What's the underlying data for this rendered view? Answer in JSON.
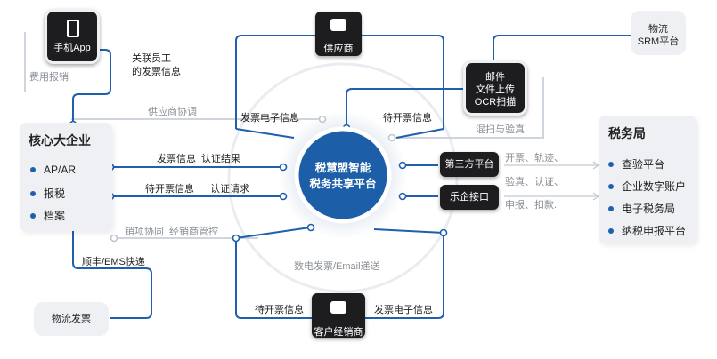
{
  "nodes": {
    "mobile_app": "手机App",
    "supplier": "供应商",
    "logistics_srm": [
      "物流",
      "SRM平台"
    ],
    "ocr": [
      "邮件",
      "文件上传",
      "OCR扫描"
    ],
    "core": {
      "title": "核心大企业",
      "items": [
        "AP/AR",
        "报税",
        "档案"
      ]
    },
    "center": [
      "税慧盟智能",
      "税务共享平台"
    ],
    "third_party": "第三方平台",
    "leqi": "乐企接口",
    "tax_bureau": {
      "title": "税务局",
      "items": [
        "查验平台",
        "企业数字账户",
        "电子税务局",
        "纳税申报平台"
      ]
    },
    "logistics_invoice": "物流发票",
    "customer": "客户经销商"
  },
  "edge_labels": {
    "related_staff": [
      "关联员工",
      "的发票信息"
    ],
    "expense": "费用报销",
    "supplier_collab": "供应商协调",
    "elec_info_top": "发票电子信息",
    "pending_info_top": "待开票信息",
    "scan_verify": "混扫与验真",
    "invoice_info": "发票信息",
    "cert_result": "认证结果",
    "pending_info_mid": "待开票信息",
    "cert_request": "认证请求",
    "issue_track": "开票、轨迹、",
    "verify_cert": "验真、认证、",
    "declare_deduct": "申报、扣款.",
    "sales_collab": "销项协同",
    "dealer_mgmt": "经销商管控",
    "express": "顺丰/EMS快递",
    "digital_email": "数电发票/Email递送",
    "pending_info_bottom": "待开票信息",
    "elec_info_bottom": "发票电子信息"
  },
  "colors": {
    "line": "#1f5fae",
    "line_light": "#c9d4e0",
    "circle": "#1c5ea8",
    "dark_box": "#1d1d1f",
    "panel": "#eef0f3"
  },
  "icons": [
    "phone-icon",
    "monitor-icon"
  ]
}
